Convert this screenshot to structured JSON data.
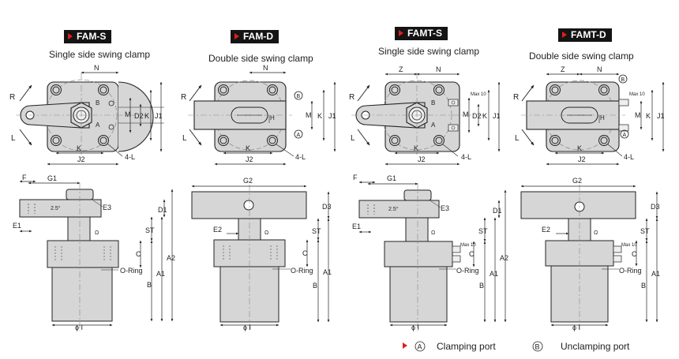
{
  "models": [
    {
      "code": "FAM-S",
      "desc": "Single side swing clamp"
    },
    {
      "code": "FAM-D",
      "desc": "Double side swing clamp"
    },
    {
      "code": "FAMT-S",
      "desc": "Single side swing clamp"
    },
    {
      "code": "FAMT-D",
      "desc": "Double side swing clamp"
    }
  ],
  "top_labels": {
    "R": "R",
    "L": "L",
    "N": "N",
    "Z": "Z",
    "M": "M",
    "D2": "D2",
    "K": "K",
    "J1": "J1",
    "J2": "J2",
    "H": "H",
    "four_L": "4-L",
    "A": "A",
    "B": "B",
    "max10": "Max 10"
  },
  "side_labels": {
    "F": "F",
    "G1": "G1",
    "G2": "G2",
    "E1": "E1",
    "E2": "E2",
    "E3": "E3",
    "angle": "2.5°",
    "D1": "D1",
    "D3": "D3",
    "ST": "ST",
    "C": "C",
    "A1": "A1",
    "A2": "A2",
    "B": "B",
    "oring": "O-Ring",
    "phiI": "ϕ I",
    "max10": "Max 10"
  },
  "legend": [
    {
      "symbol": "A",
      "text": "Clamping port"
    },
    {
      "symbol": "B",
      "text": "Unclamping port"
    }
  ]
}
